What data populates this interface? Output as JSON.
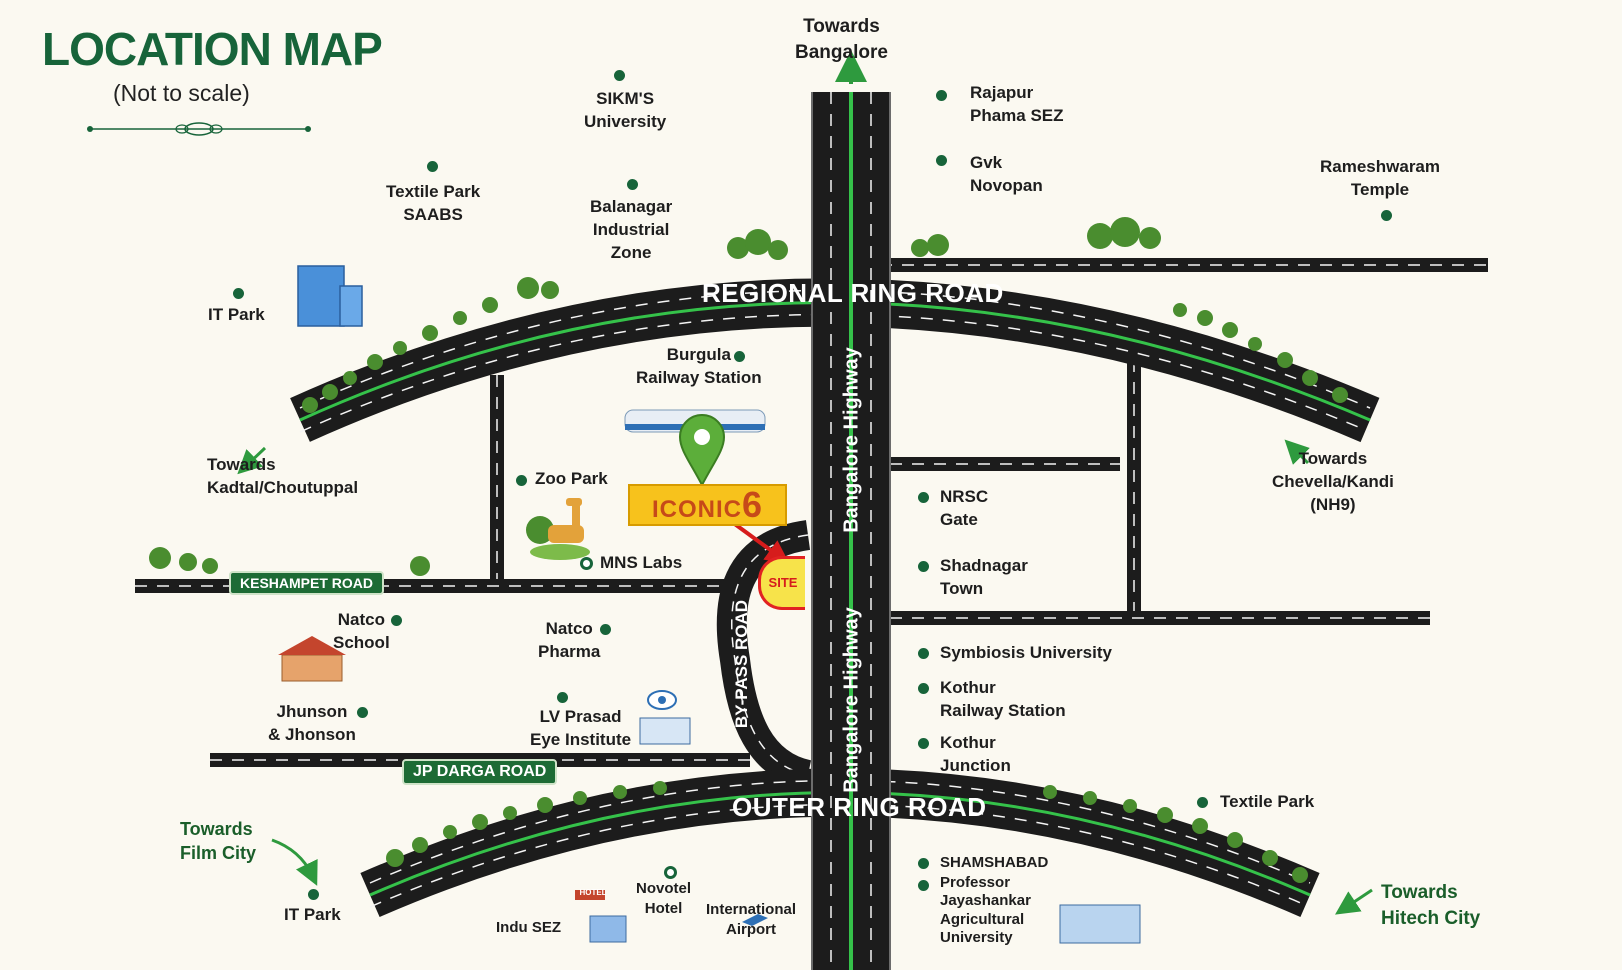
{
  "header": {
    "title": "LOCATION MAP",
    "subtitle": "(Not to scale)"
  },
  "roads": {
    "regional_ring_road": "REGIONAL RING ROAD",
    "outer_ring_road": "OUTER RING ROAD",
    "highway_upper": "Bangalore Highway",
    "highway_lower": "Bangalore Highway",
    "bypass_road": "BY-PASS ROAD",
    "keshampet_road": "KESHAMPET ROAD",
    "jp_darga_road": "JP DARGA ROAD"
  },
  "directions": {
    "bangalore": "Towards\nBangalore",
    "kadtal": "Towards\nKadtal/Choutuppal",
    "chevella": "Towards\nChevella/Kandi\n(NH9)",
    "film_city": "Towards\nFilm City",
    "hitech": "Towards\nHitech City"
  },
  "places": {
    "sikm": "SIKM'S\nUniversity",
    "textile_saabs": "Textile Park\nSAABS",
    "balanagar": "Balanagar\nIndustrial\nZone",
    "rajapur": "Rajapur\nPhama SEZ",
    "gvk": "Gvk\nNovopan",
    "rameshwaram": "Rameshwaram\nTemple",
    "it_park_top": "IT Park",
    "burgula": "Burgula\nRailway Station",
    "zoo_park": "Zoo Park",
    "mns_labs": "MNS Labs",
    "nrsc": "NRSC\nGate",
    "shadnagar": "Shadnagar\nTown",
    "natco_school": "Natco\nSchool",
    "natco_pharma": "Natco\nPharma",
    "symbiosis": "Symbiosis University",
    "kothur_rail": "Kothur\nRailway Station",
    "jhunson": "Jhunson\n& Jhonson",
    "lv_prasad": "LV Prasad\nEye Institute",
    "kothur_junction": "Kothur\nJunction",
    "textile_park": "Textile Park",
    "it_park_bottom": "IT Park",
    "indu_sez": "Indu SEZ",
    "hotel_sign": "HOTEL",
    "novotel": "Novotel\nHotel",
    "airport": "International\nAirport",
    "shamshabad": "SHAMSHABAD",
    "pjtsau": "Professor\nJayashankar\nAgricultural\nUniversity"
  },
  "project": {
    "name": "ICONIC",
    "number": "6",
    "site": "SITE"
  },
  "colors": {
    "title_green": "#17643a",
    "road": "#1c1c1c",
    "lane_green": "#35c24a",
    "badge": "#1d6b35",
    "project_yellow": "#f7c21c",
    "site_red": "#e12222"
  }
}
